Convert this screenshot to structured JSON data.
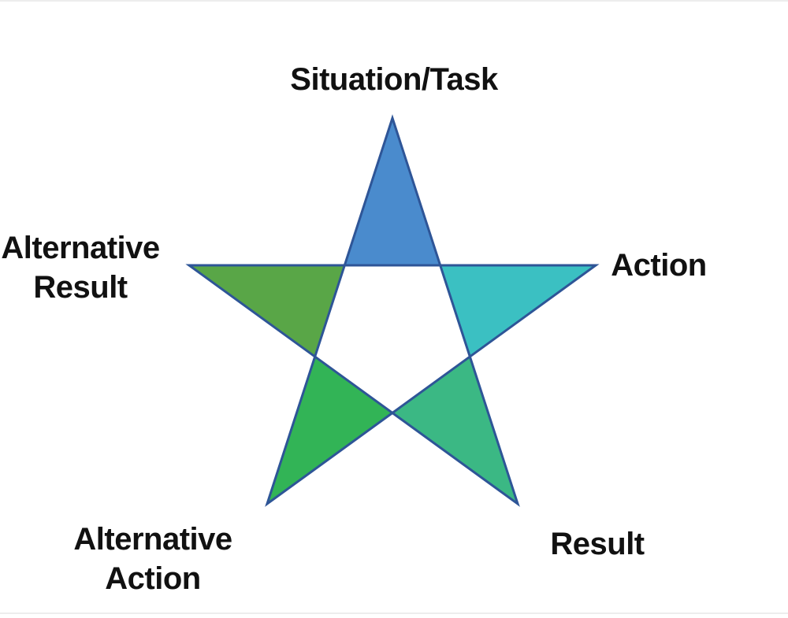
{
  "diagram": {
    "type": "pentagram-star-model",
    "labels": {
      "top": "Situation/Task",
      "right": "Action",
      "bottom_right": "Result",
      "bottom_left": "Alternative Action",
      "left": "Alternative Result"
    },
    "colors": {
      "top_point": "#4A8BCD",
      "right_point": "#3BC0C2",
      "bottom_right_point": "#3BB884",
      "bottom_left_point": "#32B456",
      "left_point": "#59A647",
      "outline": "#2E5597",
      "text": "#111111",
      "background": "#FFFFFF"
    }
  }
}
